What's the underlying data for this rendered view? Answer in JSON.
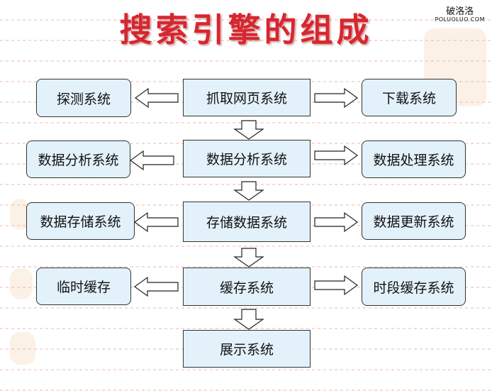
{
  "title": "搜索引擎的组成",
  "watermark": {
    "cn": "破洛洛",
    "en": "POLUOLUO.COM"
  },
  "center_column": [
    "抓取网页系统",
    "数据分析系统",
    "存储数据系统",
    "缓存系统",
    "展示系统"
  ],
  "left_column": [
    "探测系统",
    "数据分析系统",
    "数据存储系统",
    "临时缓存"
  ],
  "right_column": [
    "下载系统",
    "数据处理系统",
    "数据更新系统",
    "时段缓存系统"
  ]
}
